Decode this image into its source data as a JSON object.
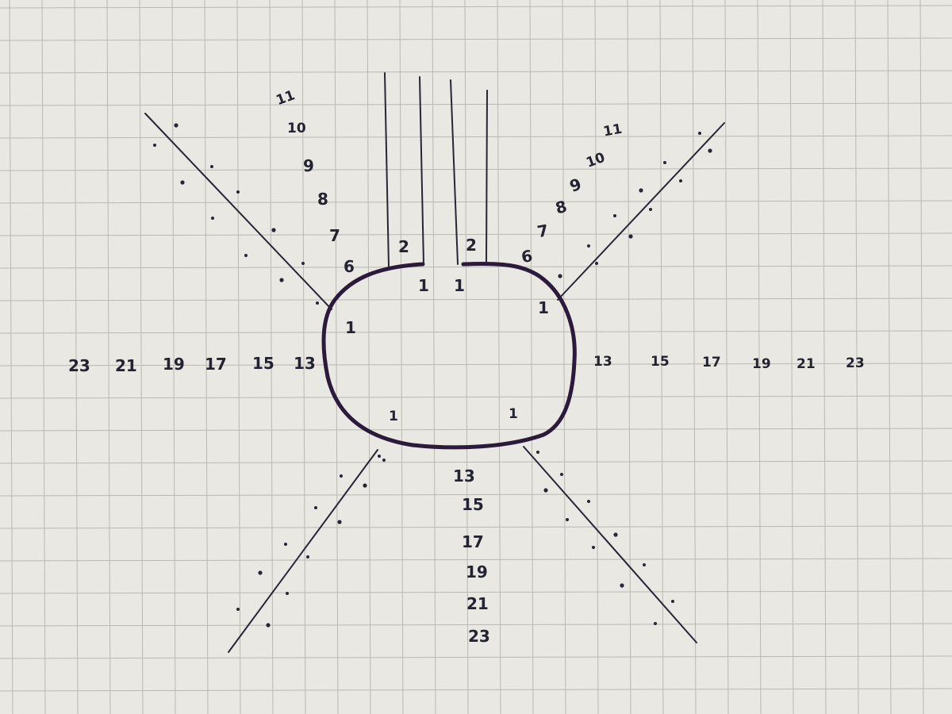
{
  "colors": {
    "paper": "#e9e8e2",
    "grid": "#b9b8b2",
    "ink": "#2a2536",
    "oval": "#2b1a3c"
  },
  "labels": {
    "left_row": [
      "23",
      "21",
      "19",
      "17",
      "15",
      "13"
    ],
    "right_row": [
      "13",
      "15",
      "17",
      "19",
      "21",
      "23"
    ],
    "bottom_column": [
      "13",
      "15",
      "17",
      "19",
      "21",
      "23"
    ],
    "top_left_arc": [
      "11",
      "10",
      "9",
      "8",
      "7",
      "6"
    ],
    "top_right_arc": [
      "6",
      "7",
      "8",
      "9",
      "10",
      "11"
    ],
    "top_twos": [
      "2",
      "2"
    ],
    "ones": [
      "1",
      "1",
      "1",
      "1",
      "1",
      "1"
    ]
  }
}
